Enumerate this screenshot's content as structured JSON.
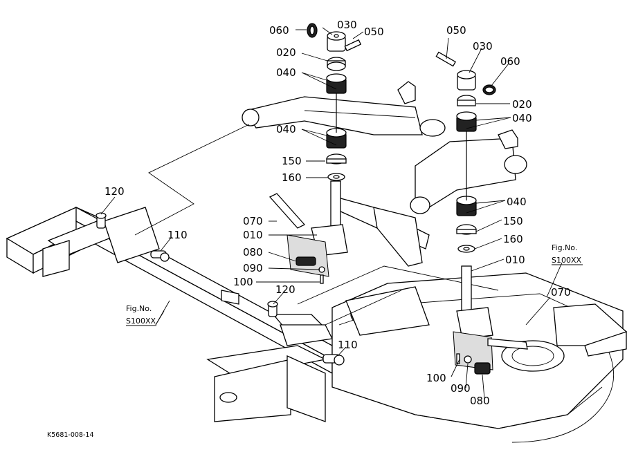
{
  "callouts": {
    "a060": "060",
    "a030": "030",
    "a050": "050",
    "a020": "020",
    "a040a": "040",
    "a040b": "040",
    "a150": "150",
    "a160": "160",
    "a070": "070",
    "a010": "010",
    "a080": "080",
    "a090": "090",
    "a100": "100",
    "a120": "120",
    "a110": "110",
    "b120": "120",
    "b110": "110",
    "b050": "050",
    "b030": "030",
    "b060": "060",
    "b020": "020",
    "b040a": "040",
    "b040b": "040",
    "b150": "150",
    "b160": "160",
    "b010": "010",
    "b070": "070",
    "b100": "100",
    "b090": "090",
    "b080": "080"
  },
  "fig_refs": {
    "left_title": "Fig.No.",
    "left_code": "S100XX",
    "right_title": "Fig.No.",
    "right_code": "S100XX"
  },
  "drawing_code": "K5681-008-14"
}
